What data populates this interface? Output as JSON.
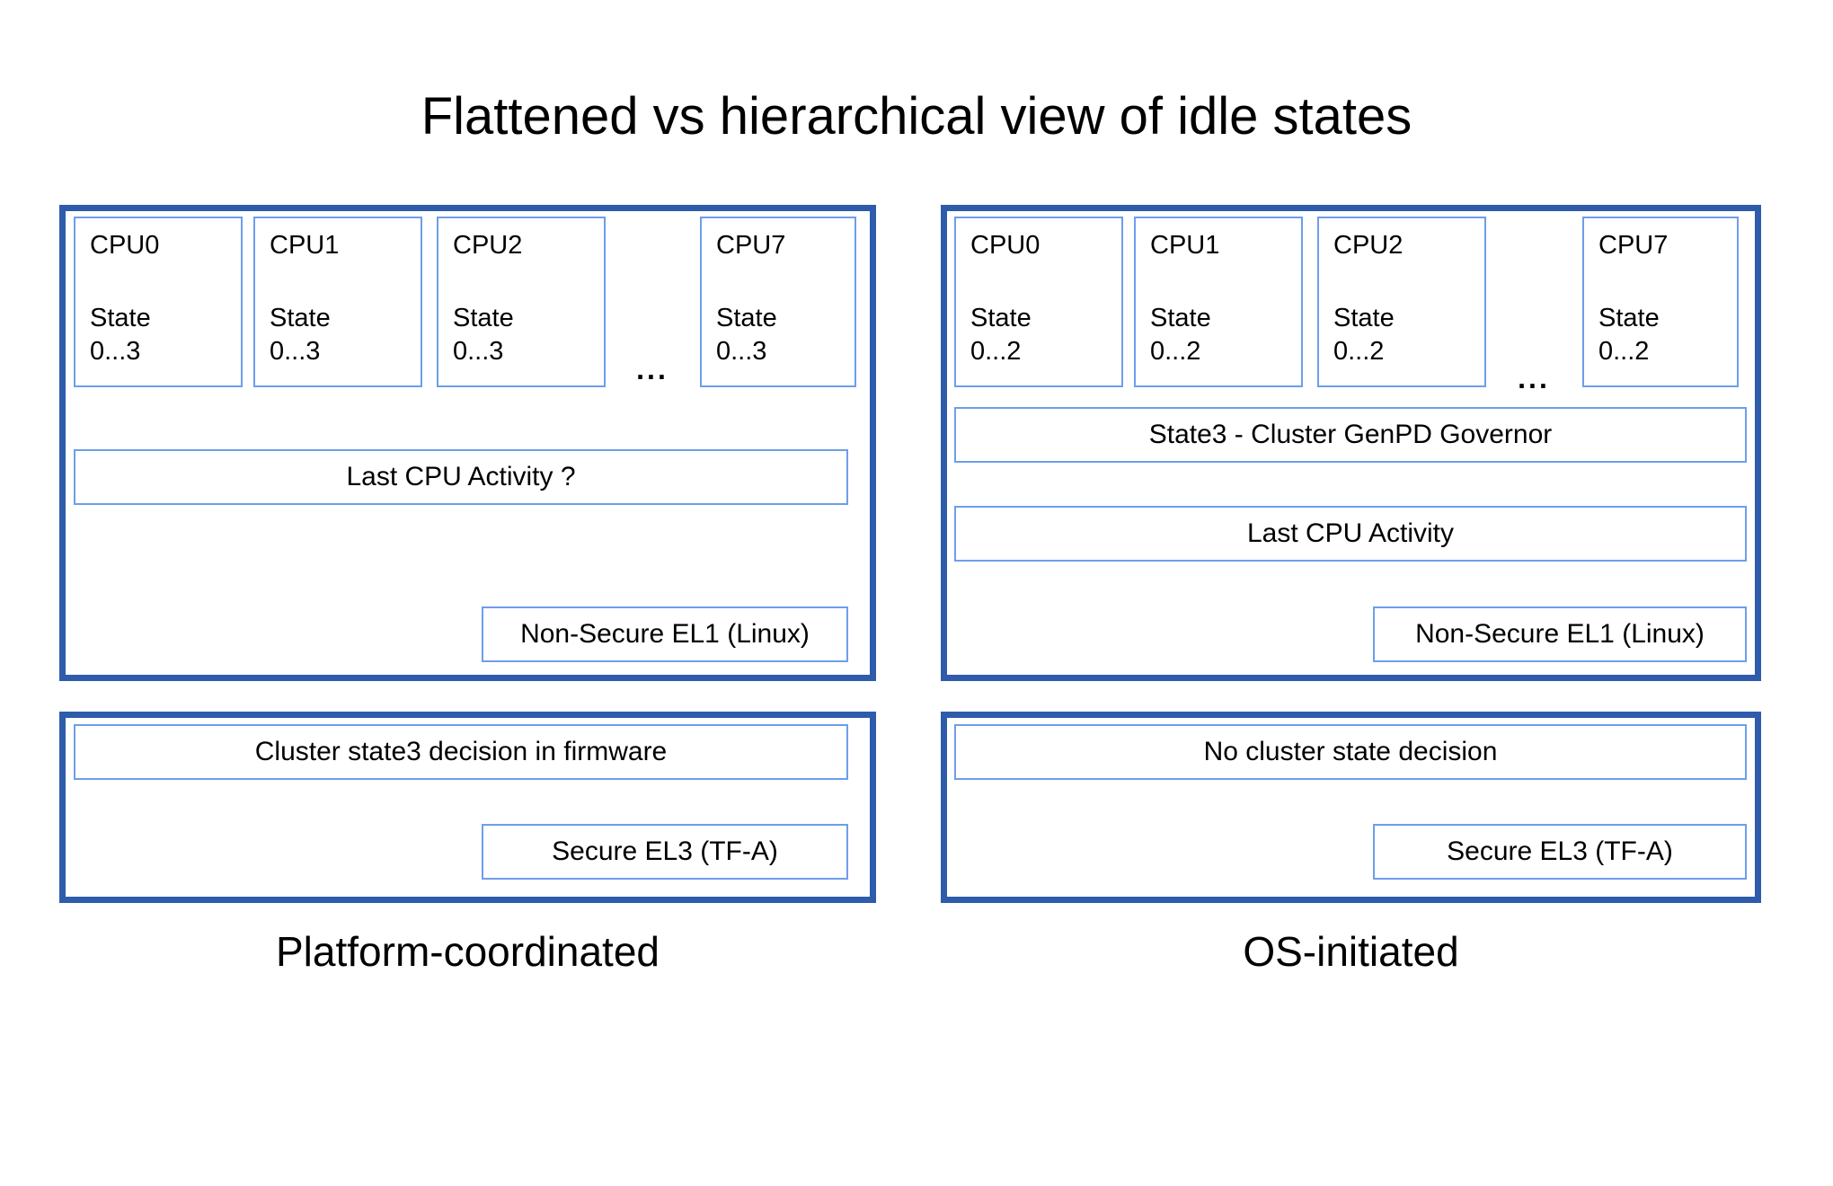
{
  "title": "Flattened vs hierarchical view of idle states",
  "colors": {
    "outer_border": "#2e5cab",
    "inner_border": "#6d9eeb",
    "text": "#000000",
    "background": "#ffffff"
  },
  "ellipsis": "...",
  "panels": {
    "left": {
      "caption": "Platform-coordinated",
      "cpus": [
        {
          "name": "CPU0",
          "state_label": "State",
          "state_range": "0...3"
        },
        {
          "name": "CPU1",
          "state_label": "State",
          "state_range": "0...3"
        },
        {
          "name": "CPU2",
          "state_label": "State",
          "state_range": "0...3"
        },
        {
          "name": "CPU7",
          "state_label": "State",
          "state_range": "0...3"
        }
      ],
      "activity_box": "Last CPU Activity ?",
      "el1_box": "Non-Secure EL1 (Linux)",
      "firmware_box": "Cluster state3 decision in firmware",
      "el3_box": "Secure EL3 (TF-A)"
    },
    "right": {
      "caption": "OS-initiated",
      "cpus": [
        {
          "name": "CPU0",
          "state_label": "State",
          "state_range": "0...2"
        },
        {
          "name": "CPU1",
          "state_label": "State",
          "state_range": "0...2"
        },
        {
          "name": "CPU2",
          "state_label": "State",
          "state_range": "0...2"
        },
        {
          "name": "CPU7",
          "state_label": "State",
          "state_range": "0...2"
        }
      ],
      "governor_box": "State3 - Cluster GenPD Governor",
      "activity_box": "Last CPU Activity",
      "el1_box": "Non-Secure EL1 (Linux)",
      "decision_box": "No cluster state decision",
      "el3_box": "Secure EL3 (TF-A)"
    }
  }
}
